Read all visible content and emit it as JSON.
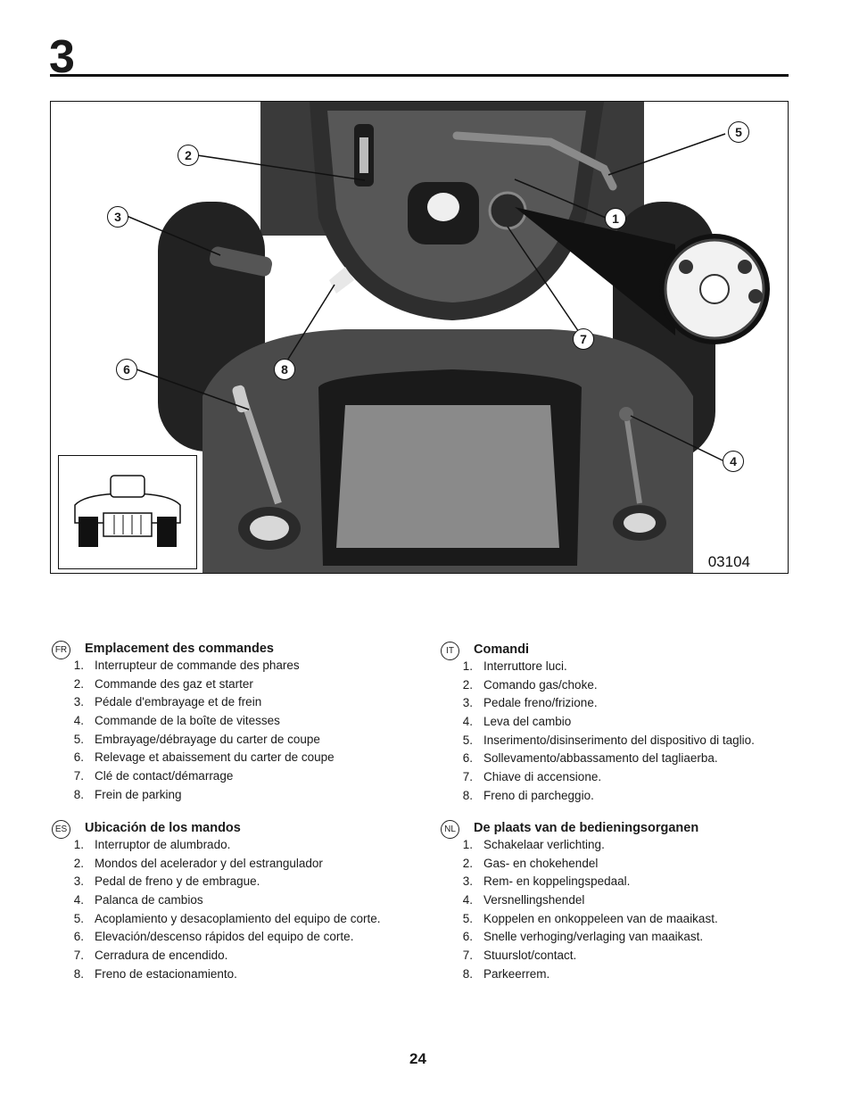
{
  "page": {
    "chapter_number": "3",
    "page_number": "24"
  },
  "figure": {
    "code": "03104",
    "callouts": [
      "1",
      "2",
      "3",
      "4",
      "5",
      "6",
      "7",
      "8"
    ]
  },
  "sections": [
    {
      "lang": "FR",
      "title": "Emplacement des commandes",
      "items": [
        {
          "num": "1.",
          "text": "Interrupteur de commande des phares"
        },
        {
          "num": "2.",
          "text": "Commande des gaz et starter"
        },
        {
          "num": "3.",
          "text": "Pédale d'embrayage et de frein"
        },
        {
          "num": "4.",
          "text": "Commande de la boîte de vitesses"
        },
        {
          "num": "5.",
          "text": "Embrayage/débrayage du carter de coupe"
        },
        {
          "num": "6.",
          "text": "Relevage et abaissement du carter de coupe"
        },
        {
          "num": "7.",
          "text": "Clé de contact/démarrage"
        },
        {
          "num": "8.",
          "text": "Frein de parking"
        }
      ]
    },
    {
      "lang": "IT",
      "title": "Comandi",
      "items": [
        {
          "num": "1.",
          "text": "Interruttore luci."
        },
        {
          "num": "2.",
          "text": "Comando gas/choke."
        },
        {
          "num": "3.",
          "text": "Pedale freno/frizione."
        },
        {
          "num": "4.",
          "text": "Leva del cambio"
        },
        {
          "num": "5.",
          "text": "Inserimento/disinserimento del dispositivo di taglio."
        },
        {
          "num": "6.",
          "text": "Sollevamento/abbassamento del tagliaerba."
        },
        {
          "num": "7.",
          "text": "Chiave di accensione."
        },
        {
          "num": "8.",
          "text": "Freno di parcheggio."
        }
      ]
    },
    {
      "lang": "ES",
      "title": "Ubicación de los mandos",
      "items": [
        {
          "num": "1.",
          "text": "Interruptor de alumbrado."
        },
        {
          "num": "2.",
          "text": "Mondos del acelerador y del estrangulador"
        },
        {
          "num": "3.",
          "text": "Pedal de freno y de embrague."
        },
        {
          "num": "4.",
          "text": "Palanca de cambios"
        },
        {
          "num": "5.",
          "text": "Acoplamiento y desacoplamiento del equipo de corte."
        },
        {
          "num": "6.",
          "text": "Elevación/descenso rápidos del equipo de corte."
        },
        {
          "num": "7.",
          "text": "Cerradura de encendido."
        },
        {
          "num": "8.",
          "text": "Freno de estacionamiento."
        }
      ]
    },
    {
      "lang": "NL",
      "title": "De plaats van de bedieningsorganen",
      "items": [
        {
          "num": "1.",
          "text": "Schakelaar verlichting."
        },
        {
          "num": "2.",
          "text": "Gas- en chokehendel"
        },
        {
          "num": "3.",
          "text": "Rem- en koppelingspedaal."
        },
        {
          "num": "4.",
          "text": "Versnellingshendel"
        },
        {
          "num": "5.",
          "text": "Koppelen en onkoppeleen van de maaikast."
        },
        {
          "num": "6.",
          "text": "Snelle verhoging/verlaging van maaikast."
        },
        {
          "num": "7.",
          "text": "Stuurslot/contact."
        },
        {
          "num": "8.",
          "text": "Parkeerrem."
        }
      ]
    }
  ]
}
